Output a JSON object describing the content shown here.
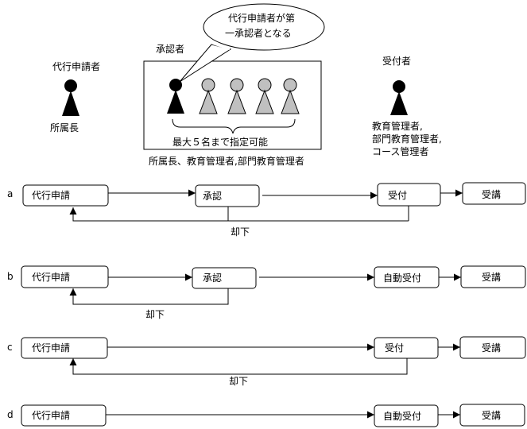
{
  "header": {
    "proxy_applicant_title": "代行申請者",
    "proxy_applicant_role": "所属長",
    "approver_title": "承認者",
    "approver_note": "最大５名まで指定可能",
    "approver_roles": "所属長、教育管理者,部門教育管理者",
    "speech_bubble_line1": "代行申請者が第",
    "speech_bubble_line2": "一承認者となる",
    "receiver_title": "受付者",
    "receiver_roles": [
      "教育管理者,",
      "部門教育管理者,",
      "コース管理者"
    ]
  },
  "flows": [
    {
      "letter": "a",
      "apply": "代行申請",
      "approve": "承認",
      "accept": "受付",
      "attend": "受講",
      "reject": "却下"
    },
    {
      "letter": "b",
      "apply": "代行申請",
      "approve": "承認",
      "accept": "自動受付",
      "attend": "受講",
      "reject": "却下"
    },
    {
      "letter": "c",
      "apply": "代行申請",
      "accept": "受付",
      "attend": "受講",
      "reject": "却下"
    },
    {
      "letter": "d",
      "apply": "代行申請",
      "accept": "自動受付",
      "attend": "受講"
    }
  ],
  "colors": {
    "active_person": "#000000",
    "candidate_person": "#c0c0c0"
  }
}
